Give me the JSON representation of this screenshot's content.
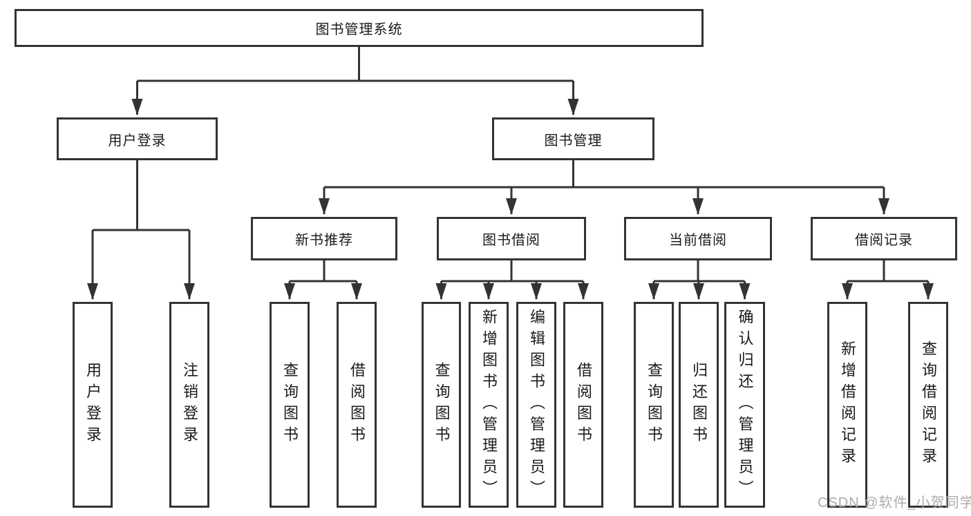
{
  "diagram_title": "图书管理系统",
  "nodes": {
    "root": {
      "label": "图书管理系统"
    },
    "user_login": {
      "label": "用户登录"
    },
    "book_management": {
      "label": "图书管理"
    },
    "new_book_recommend": {
      "label": "新书推荐"
    },
    "book_borrowing": {
      "label": "图书借阅"
    },
    "current_borrowing": {
      "label": "当前借阅"
    },
    "borrowing_records": {
      "label": "借阅记录"
    },
    "ul_user_login": {
      "label": "用户登录"
    },
    "ul_logout": {
      "label": "注销登录"
    },
    "nb_query_books": {
      "label": "查询图书"
    },
    "nb_borrow_books": {
      "label": "借阅图书"
    },
    "bb_query_books": {
      "label": "查询图书"
    },
    "bb_add_books": {
      "label": "新增图书（管理员）"
    },
    "bb_edit_books": {
      "label": "编辑图书（管理员）"
    },
    "bb_borrow_books": {
      "label": "借阅图书"
    },
    "cb_query_books": {
      "label": "查询图书"
    },
    "cb_return_books": {
      "label": "归还图书"
    },
    "cb_confirm_return": {
      "label": "确认归还（管理员）"
    },
    "br_add_record": {
      "label": "新增借阅记录"
    },
    "br_query_record": {
      "label": "查询借阅记录"
    }
  },
  "watermark": {
    "text": "CSDN @软件_小贺同学"
  },
  "colors": {
    "line": "#333333",
    "box_background": "#ffffff",
    "text": "#1a1a1a",
    "watermark": "#a5a5a5"
  }
}
